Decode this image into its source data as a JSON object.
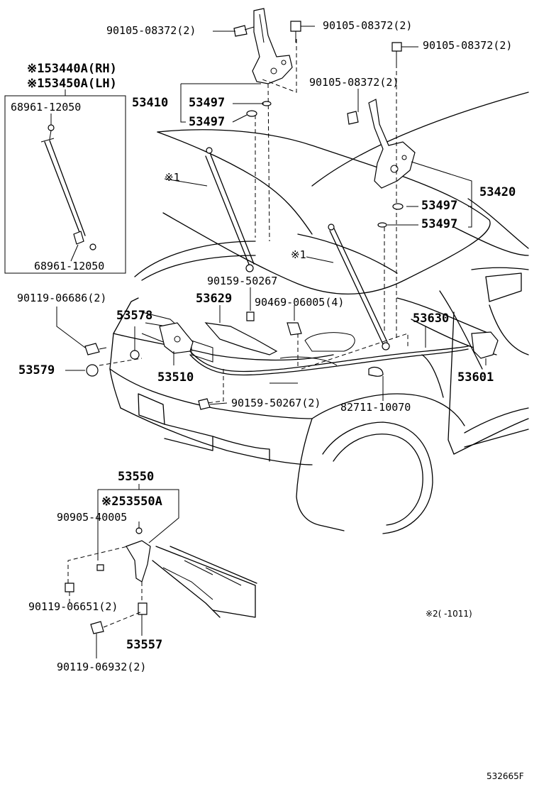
{
  "parts": {
    "bolt_a": "90105-08372(2)",
    "bolt_b": "90105-08372(2)",
    "bolt_c": "90105-08372(2)",
    "bolt_d": "90105-08372(2)",
    "support_rh": "※153440A(RH)",
    "support_lh": "※153450A(LH)",
    "end_top": "68961-12050",
    "end_bottom": "68961-12050",
    "hinge_left": "53410",
    "cushion_1": "53497",
    "cushion_2": "53497",
    "cushion_3": "53497",
    "cushion_4": "53497",
    "hinge_right": "53420",
    "ref1_a": "※1",
    "ref1_b": "※1",
    "screw_90119_06686": "90119-06686(2)",
    "clip_90159_50267": "90159-50267",
    "clip_90469": "90469-06005(4)",
    "part_53578": "53578",
    "part_53629": "53629",
    "part_53630": "53630",
    "part_53579": "53579",
    "part_53510": "53510",
    "part_53601": "53601",
    "clip_90159_50267_2": "90159-50267(2)",
    "clip_82711": "82711-10070",
    "part_53550": "53550",
    "part_53550a": "※253550A",
    "bolt_90905": "90905-40005",
    "bolt_90119_06651": "90119-06651(2)",
    "part_53557": "53557",
    "bolt_90119_06932": "90119-06932(2)",
    "footnote_2": "※2(  -1011)",
    "drawing_code": "532665F"
  }
}
